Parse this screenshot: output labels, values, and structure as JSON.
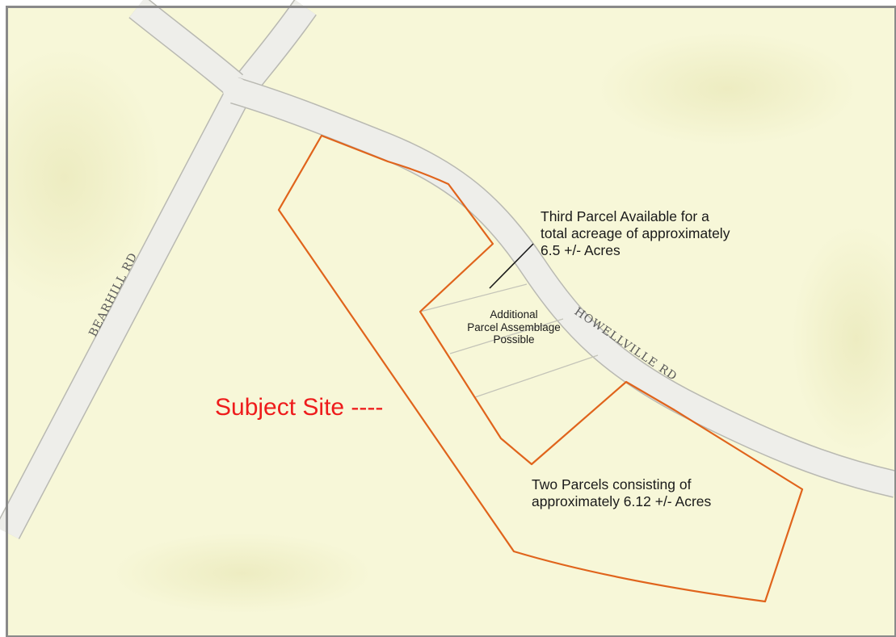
{
  "roads": {
    "bearhill": "BEARHILL RD",
    "howellville": "HOWELLVILLE RD"
  },
  "annotations": {
    "third_parcel": [
      "Third Parcel Available for a",
      "total acreage of approximately",
      "6.5 +/- Acres"
    ],
    "additional_parcel": [
      "Additional",
      "Parcel Assemblage",
      "Possible"
    ],
    "two_parcels": [
      "Two Parcels consisting of",
      "approximately 6.12 +/- Acres"
    ],
    "subject_site": "Subject Site ----"
  },
  "colors": {
    "land": "#f7f7d8",
    "land_shade": "#efefc6",
    "road_fill": "#eeeeea",
    "road_edge": "#b9b9b2",
    "parcel_outline": "#e0641c",
    "subject_text": "#ee1c1c",
    "frame_border": "#8a8a8a"
  }
}
